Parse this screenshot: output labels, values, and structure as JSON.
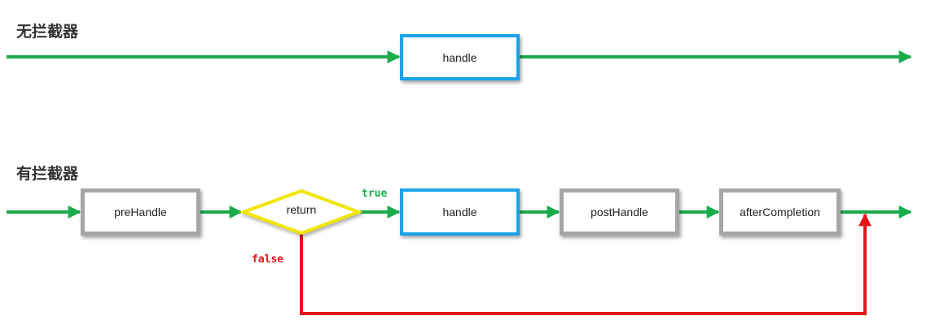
{
  "sections": {
    "without": {
      "title": "无拦截器",
      "handle_label": "handle"
    },
    "with": {
      "title": "有拦截器",
      "prehandle_label": "preHandle",
      "return_label": "return",
      "true_label": "true",
      "false_label": "false",
      "handle_label": "handle",
      "posthandle_label": "postHandle",
      "aftercompletion_label": "afterCompletion"
    }
  },
  "colors": {
    "flow": "#1aab4b",
    "false_path": "#e8141a",
    "handle_border": "#1aa3e8",
    "interceptor_border": "#a6a6a6",
    "decision_border": "#f2e600"
  }
}
